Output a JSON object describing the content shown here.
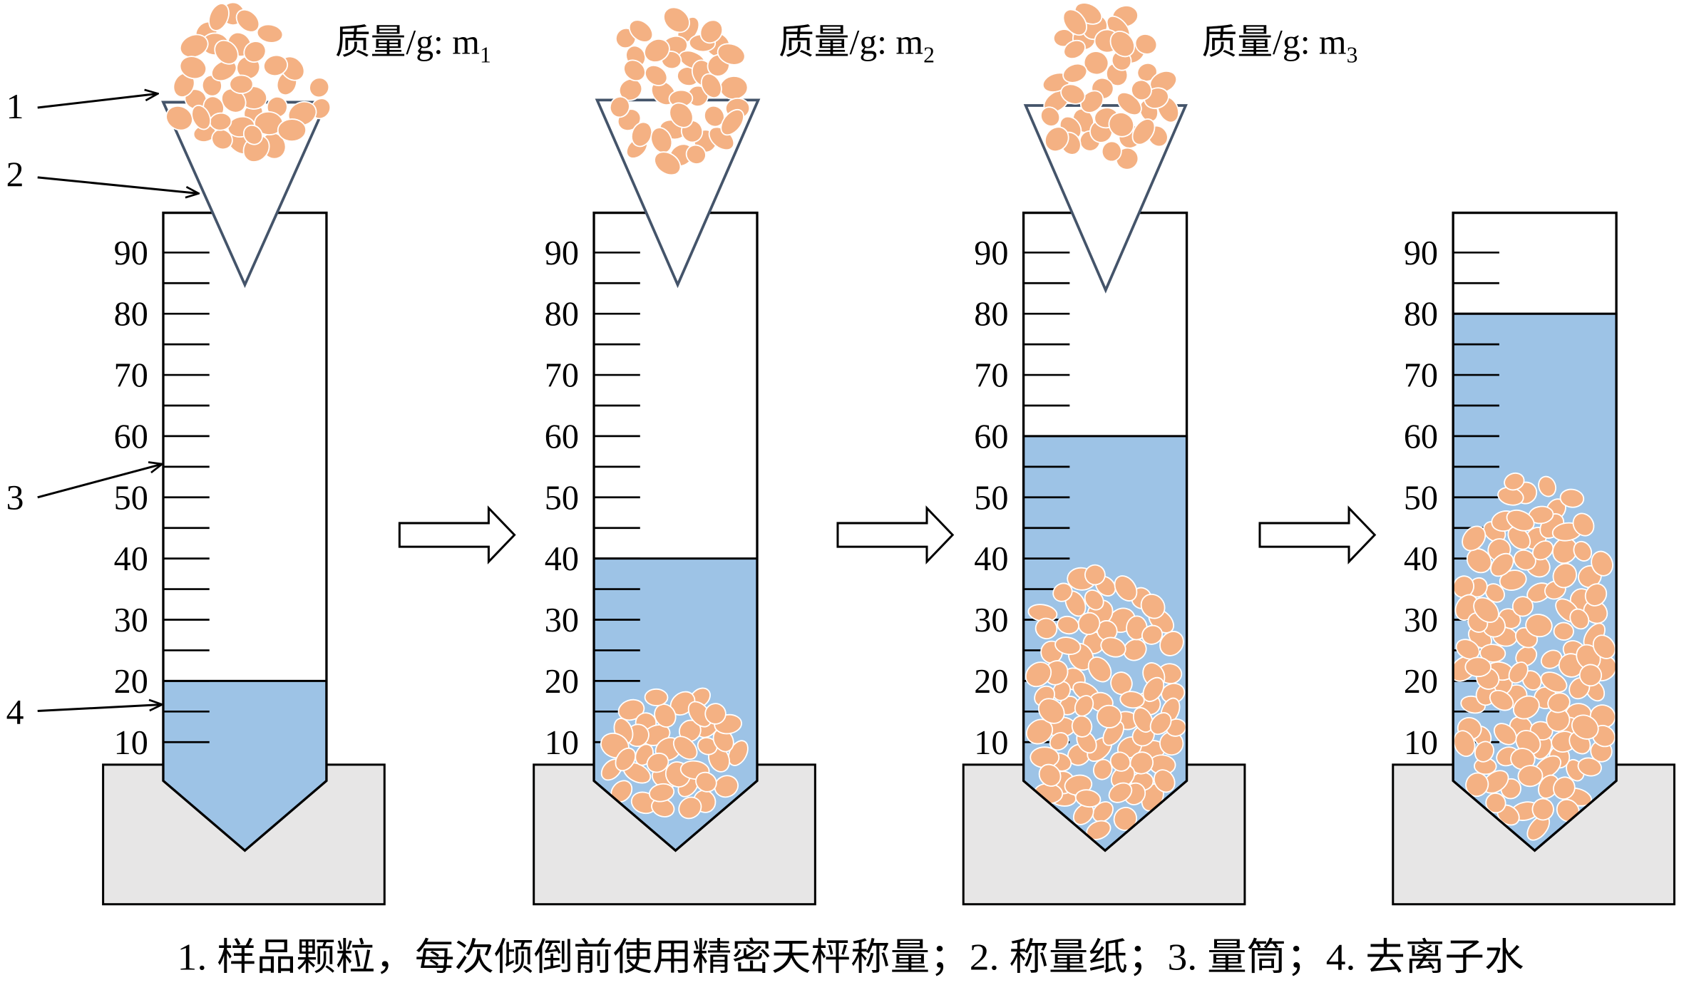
{
  "panels": [
    {
      "water_level": 20,
      "weighing_paper": true,
      "mass_label": {
        "text": "质量/g: m",
        "sub": "1"
      }
    },
    {
      "water_level": 40,
      "weighing_paper": true,
      "mass_label": {
        "text": "质量/g: m",
        "sub": "2"
      }
    },
    {
      "water_level": 60,
      "weighing_paper": true,
      "mass_label": {
        "text": "质量/g: m",
        "sub": "3"
      }
    },
    {
      "water_level": 80,
      "weighing_paper": false
    }
  ],
  "scale_labels": [
    "90",
    "80",
    "70",
    "60",
    "50",
    "40",
    "30",
    "20",
    "10"
  ],
  "callouts": [
    "1",
    "2",
    "3",
    "4"
  ],
  "caption": "1. 样品颗粒，每次倾倒前使用精密天枰称量；2. 称量纸；3. 量筒；4. 去离子水",
  "colors": {
    "water": "#9DC3E6",
    "particle": "#F4B183",
    "stand": "#E7E6E6",
    "outline": "#000000",
    "paper_outline": "#44546A"
  }
}
